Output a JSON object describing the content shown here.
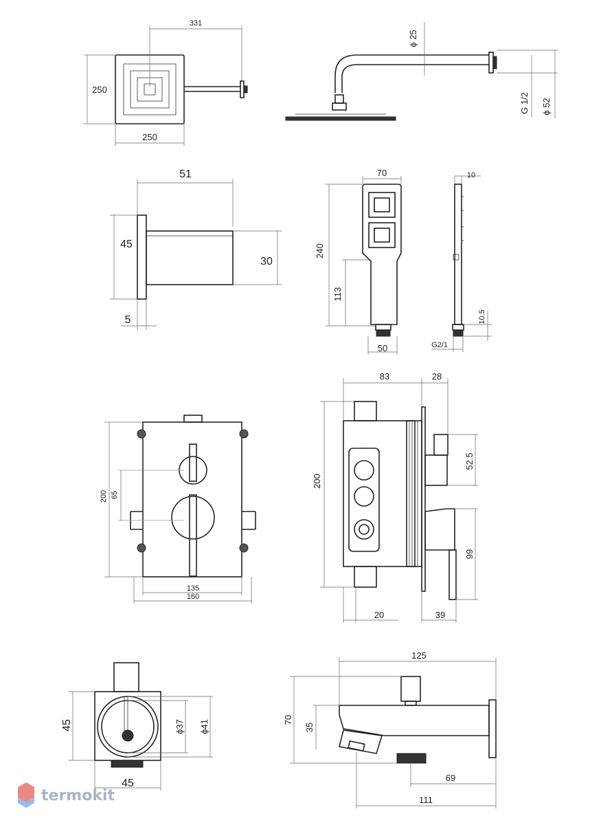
{
  "labels": {
    "head_arm_len": "331",
    "head_h": "250",
    "head_w": "250",
    "arm_dia": "ϕ 25",
    "thread_g": "G 1/2",
    "flange_dia": "ϕ 52",
    "holder_len": "51",
    "holder_plate": "45",
    "holder_body": "30",
    "holder_thk": "5",
    "hand_w": "70",
    "hand_len": "240",
    "hand_grip": "113",
    "hand_base": "50",
    "side_thk": "10",
    "side_conn": "10.5",
    "side_thread": "G2/1",
    "mixer_h": "200",
    "mixer_gap": "65",
    "mixer_inner_w": "135",
    "mixer_outer_w": "160",
    "box_depth": "83",
    "box_face": "28",
    "box_h": "200",
    "box_ctrl": "52.5",
    "box_lever": "99",
    "box_base": "20",
    "box_reach": "39",
    "conn_h": "45",
    "conn_w": "45",
    "conn_inner_dia": "ϕ37",
    "conn_outer_dia": "ϕ41",
    "spout_len": "125",
    "spout_h": "70",
    "spout_mid": "35",
    "spout_aerator": "69",
    "spout_total": "111"
  },
  "watermark": "termokit",
  "colors": {
    "line": "#222222",
    "dim": "#666666",
    "watermark": "#aab4c2",
    "logo_red": "#e05a4f",
    "logo_blue": "#4a90e2"
  }
}
